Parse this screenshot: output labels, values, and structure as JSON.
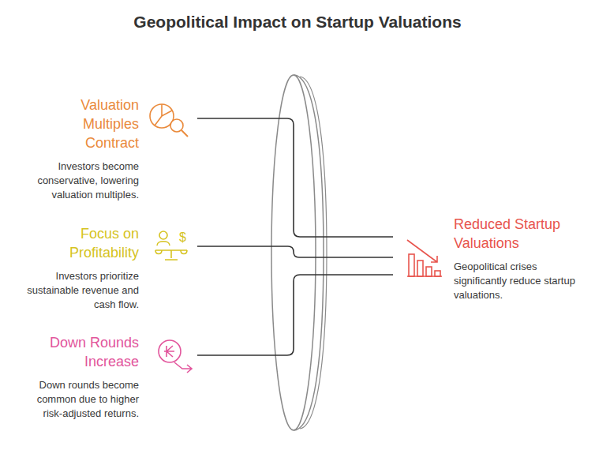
{
  "diagram": {
    "title": "Geopolitical Impact on Startup Valuations",
    "nodes": [
      {
        "text": [
          "Valuation Multiples Contract",
          "Investors become conservative, lowering valuation multiples."
        ]
      },
      {
        "text": [
          "Focus on Profitability",
          "Investors prioritize sustainable revenue and cash flow."
        ]
      },
      {
        "text": [
          "Down Rounds Increase",
          "Down rounds become common due to higher risk-adjusted returns."
        ]
      },
      {
        "text": [
          "Reduced Startup Valuations",
          "Geopolitical crises significantly reduce startup valuations."
        ]
      }
    ],
    "edges": [
      {
        "from": 0,
        "to": 3,
        "arrow": "none"
      },
      {
        "from": 1,
        "to": 3,
        "arrow": "none"
      },
      {
        "from": 2,
        "to": 3,
        "arrow": "none"
      }
    ]
  }
}
